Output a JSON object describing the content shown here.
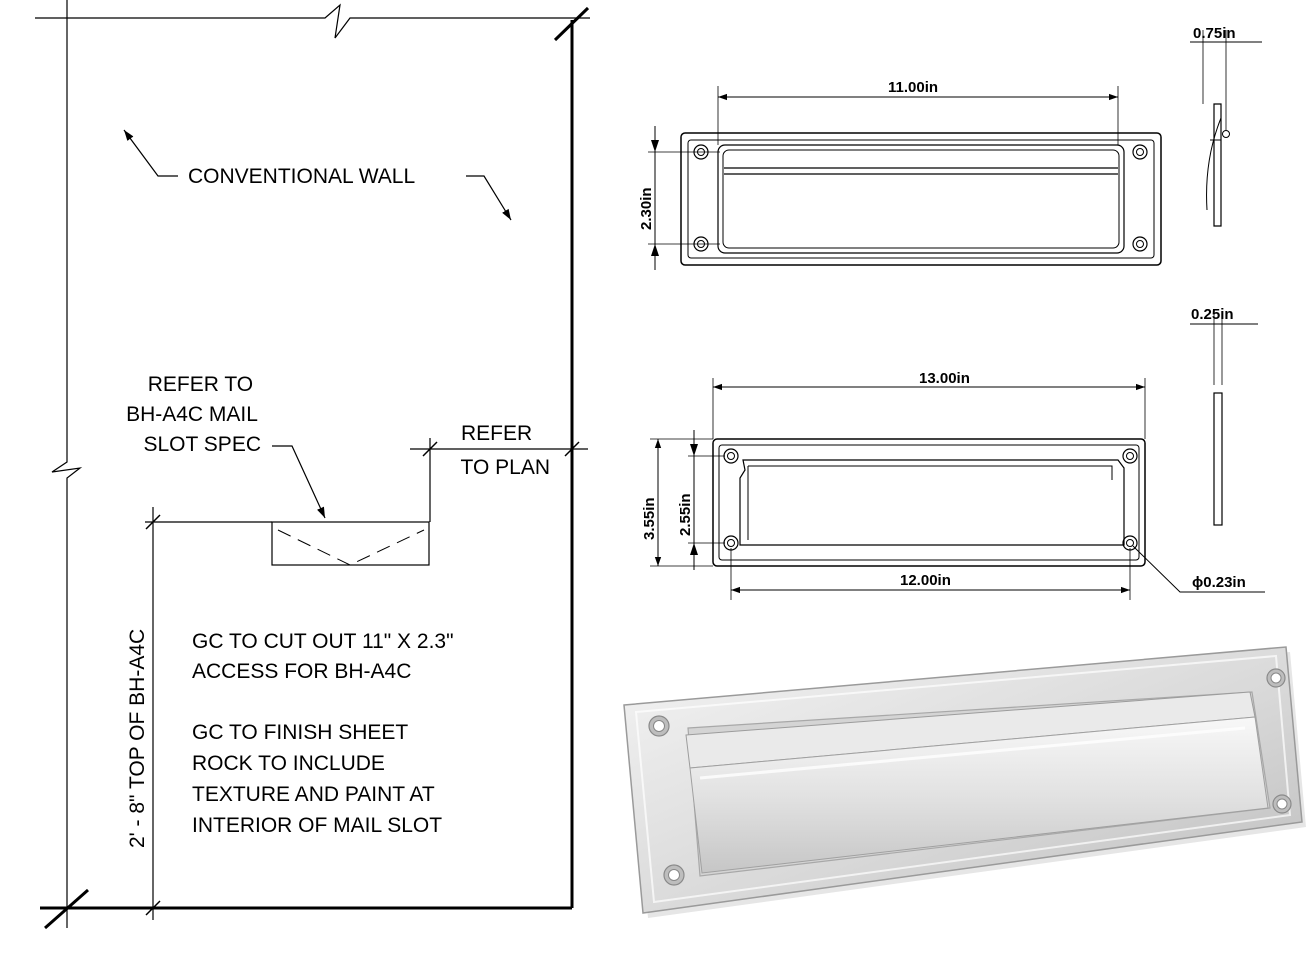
{
  "elevation": {
    "wall_label": "CONVENTIONAL WALL",
    "refer_spec_lines": [
      "REFER TO",
      "BH-A4C MAIL",
      "SLOT SPEC"
    ],
    "refer_plan_lines": [
      "REFER",
      "TO PLAN"
    ],
    "height_label": "2' - 8\"  TOP OF BH-A4C",
    "notes": [
      "GC TO CUT OUT 11\" X 2.3\"",
      "ACCESS FOR BH-A4C",
      "GC TO FINISH SHEET",
      "ROCK TO INCLUDE",
      "TEXTURE AND PAINT AT",
      "INTERIOR OF MAIL SLOT"
    ]
  },
  "interior_plate": {
    "width_dim": "11.00in",
    "height_dim": "2.30in",
    "depth_dim": "0.75in"
  },
  "exterior_plate": {
    "width_dim": "13.00in",
    "opening_dim": "12.00in",
    "height_dim": "3.55in",
    "inner_height_dim": "2.55in",
    "thickness_dim": "0.25in",
    "hole_dim": "ϕ0.23in"
  },
  "colors": {
    "line": "#000000",
    "metal_light": "#eeeeee",
    "metal_mid": "#cfcfcf",
    "metal_dark": "#8e8e8e"
  }
}
